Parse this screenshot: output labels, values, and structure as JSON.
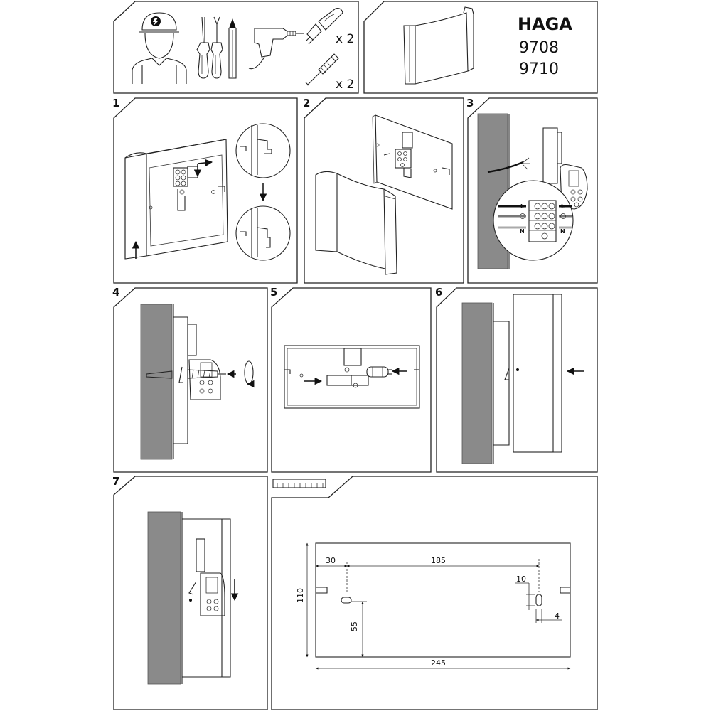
{
  "product": {
    "name": "HAGA",
    "codes": [
      "9708",
      "9710"
    ]
  },
  "tools": {
    "bulb_qty": "x 2",
    "plug_qty": "x 2",
    "icons": [
      "technician-icon",
      "flat-screwdriver-icon",
      "phillips-screwdriver-icon",
      "pencil-icon",
      "drill-icon",
      "g9-bulb-icon",
      "wall-plug-screw-icon"
    ]
  },
  "steps": [
    {
      "number": "1"
    },
    {
      "number": "2"
    },
    {
      "number": "3"
    },
    {
      "number": "4"
    },
    {
      "number": "5"
    },
    {
      "number": "6"
    },
    {
      "number": "7"
    }
  ],
  "terminals": {
    "left": [
      "L",
      "N"
    ],
    "right": [
      "L",
      "N"
    ]
  },
  "drawing": {
    "dims": {
      "offset": "30",
      "spacing": "185",
      "slot": "10",
      "slot_w": "4",
      "height": "110",
      "hole_h": "55",
      "width": "245"
    }
  }
}
